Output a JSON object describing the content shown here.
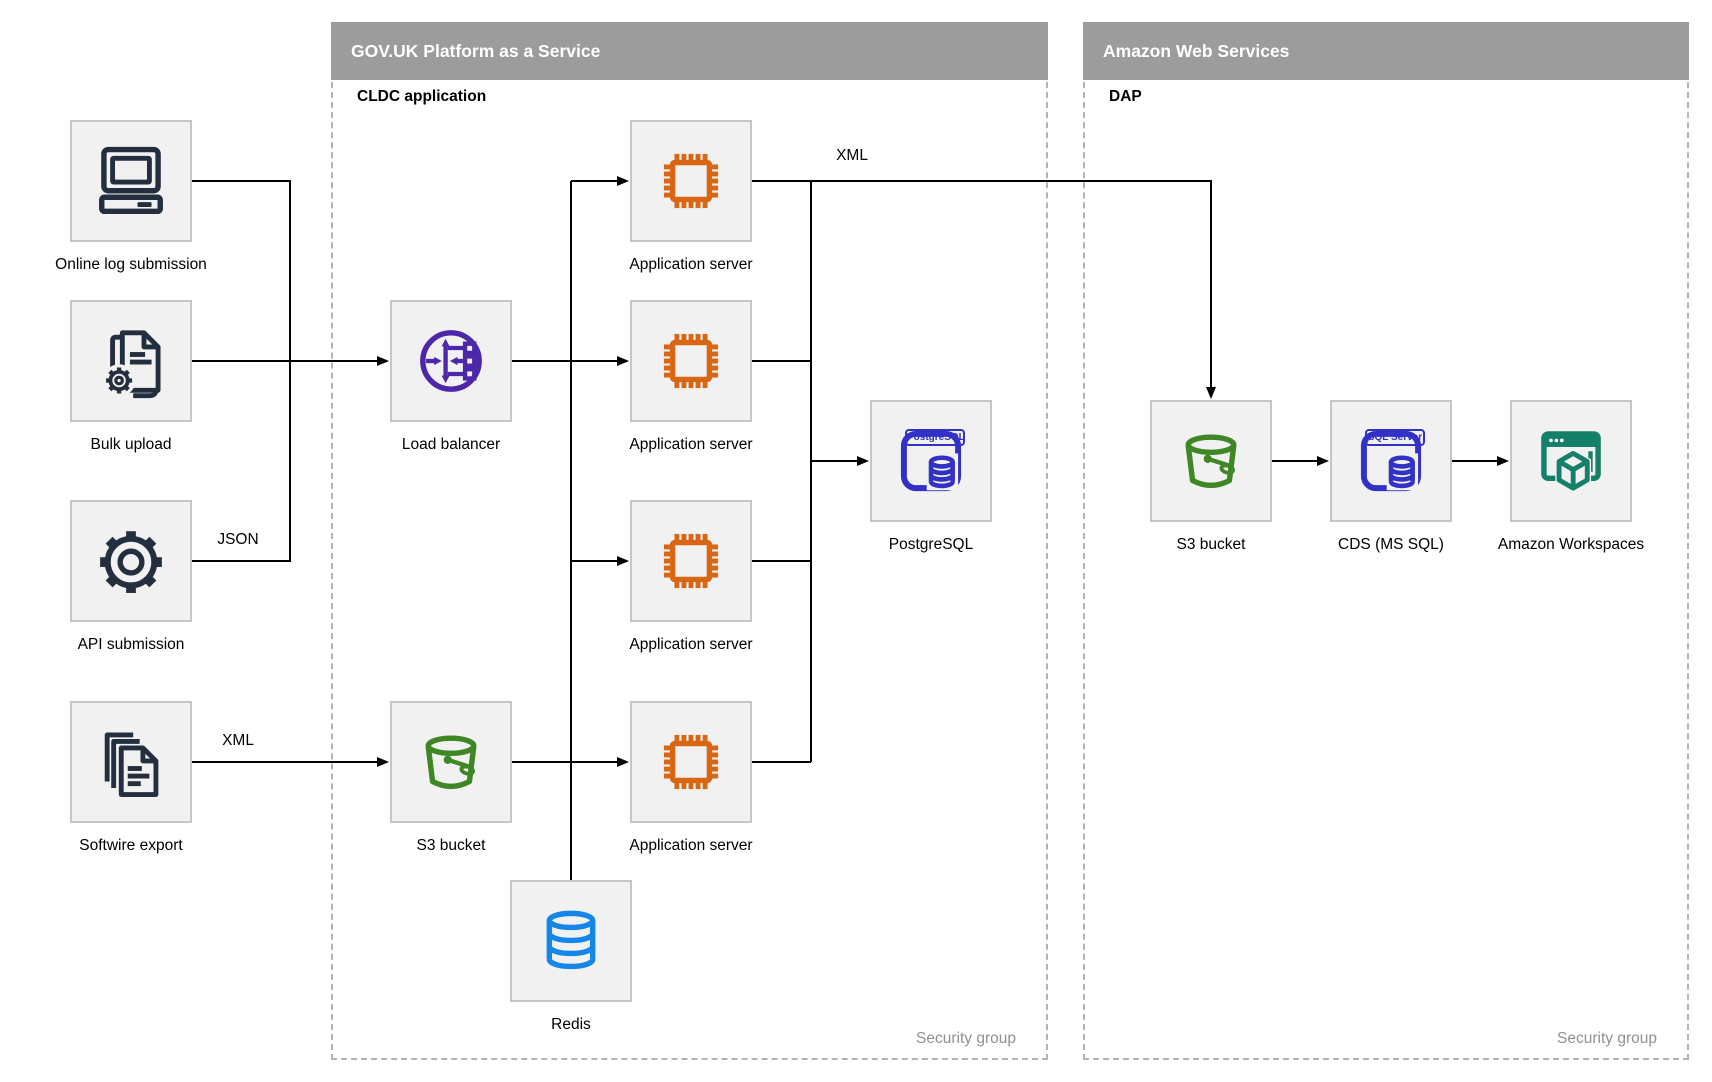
{
  "containers": {
    "govuk": {
      "title": "GOV.UK Platform as a Service",
      "sublabel": "CLDC application",
      "footer": "Security group"
    },
    "aws": {
      "title": "Amazon Web Services",
      "sublabel": "DAP",
      "footer": "Security group"
    }
  },
  "nodes": {
    "online_log": {
      "label": "Online log submission",
      "icon": "computer-icon"
    },
    "bulk_upload": {
      "label": "Bulk upload",
      "icon": "document-gear-icon"
    },
    "api_submission": {
      "label": "API submission",
      "icon": "gear-icon"
    },
    "softwire_export": {
      "label": "Softwire export",
      "icon": "documents-stack-icon"
    },
    "load_balancer": {
      "label": "Load balancer",
      "icon": "load-balancer-icon"
    },
    "s3_paas": {
      "label": "S3 bucket",
      "icon": "bucket-icon"
    },
    "redis": {
      "label": "Redis",
      "icon": "database-icon"
    },
    "app_server_1": {
      "label": "Application server",
      "icon": "chip-icon"
    },
    "app_server_2": {
      "label": "Application server",
      "icon": "chip-icon"
    },
    "app_server_3": {
      "label": "Application server",
      "icon": "chip-icon"
    },
    "app_server_4": {
      "label": "Application server",
      "icon": "chip-icon"
    },
    "postgresql": {
      "label": "PostgreSQL",
      "badge": "PostgreSQL",
      "icon": "postgresql-icon"
    },
    "s3_aws": {
      "label": "S3 bucket",
      "icon": "bucket-icon"
    },
    "cds": {
      "label": "CDS (MS SQL)",
      "badge": "SQL Server",
      "icon": "sql-server-icon"
    },
    "workspaces": {
      "label": "Amazon Workspaces",
      "icon": "workspaces-icon"
    }
  },
  "edge_labels": {
    "api_format": "JSON",
    "softwire_format": "XML",
    "dap_feed_format": "XML"
  },
  "colors": {
    "icon_navy": "#232f3e",
    "app_server_orange": "#d86613",
    "load_balancer_purple": "#4d27aa",
    "s3_green": "#3f8624",
    "redis_blue": "#1486e8",
    "database_indigo": "#3231c5",
    "workspaces_teal": "#148069",
    "header_gray": "#9c9c9c",
    "node_fill": "#f1f1f1",
    "node_border": "#c6c6c6",
    "connector_black": "#000000",
    "footer_gray": "#919191"
  }
}
